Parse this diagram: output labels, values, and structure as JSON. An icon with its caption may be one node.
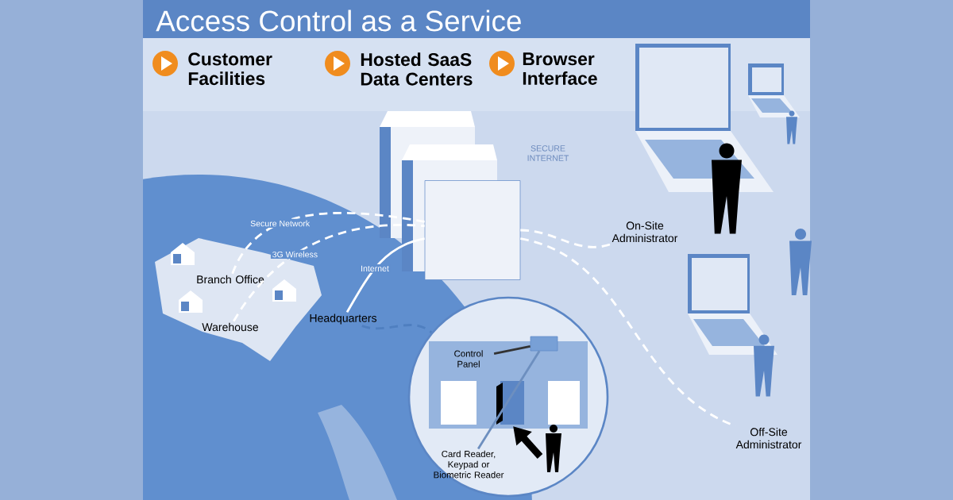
{
  "diagram": {
    "title": "Access Control as a Service",
    "nodes": [
      {
        "text": [
          "Branch Office"
        ]
      },
      {
        "text": [
          "Warehouse"
        ]
      },
      {
        "text": [
          "Headquarters"
        ]
      },
      {
        "text": [],
        "shape": "box"
      },
      {
        "text": [
          "On-Site Administrator"
        ]
      },
      {
        "text": [
          "Off-Site Administrator"
        ]
      },
      {
        "text": [],
        "shape": "circle"
      },
      {
        "text": [
          "Control Panel"
        ],
        "in": 6
      },
      {
        "text": [
          "Card Reader, Keypad or Biometric Reader"
        ],
        "in": 6
      },
      {
        "text": [],
        "shape": "box",
        "in": 6
      }
    ],
    "edges": [
      {
        "from": 0,
        "to": 3,
        "arrow": "none",
        "style": "dashed",
        "label": "Secure Network"
      },
      {
        "from": 1,
        "to": 3,
        "arrow": "none",
        "style": "dashed",
        "label": "3G Wireless"
      },
      {
        "from": 2,
        "to": 3,
        "arrow": "none",
        "label": "Internet"
      },
      {
        "from": 3,
        "to": 4,
        "arrow": "none",
        "style": "dashed"
      },
      {
        "from": 3,
        "to": 5,
        "arrow": "none",
        "style": "dashed"
      },
      {
        "from": 2,
        "to": 6,
        "arrow": "none",
        "style": "dashed",
        "color": "#4f7fc0"
      },
      {
        "from": 7,
        "to": 9,
        "arrow": "none",
        "color": "#333333"
      },
      {
        "from": 9,
        "to": 8,
        "arrow": "none",
        "color": "#6d8fbf"
      }
    ],
    "labels": [
      "Customer Facilities",
      "Hosted SaaS Data Centers",
      "Browser Interface",
      "SECURE INTERNET"
    ]
  }
}
